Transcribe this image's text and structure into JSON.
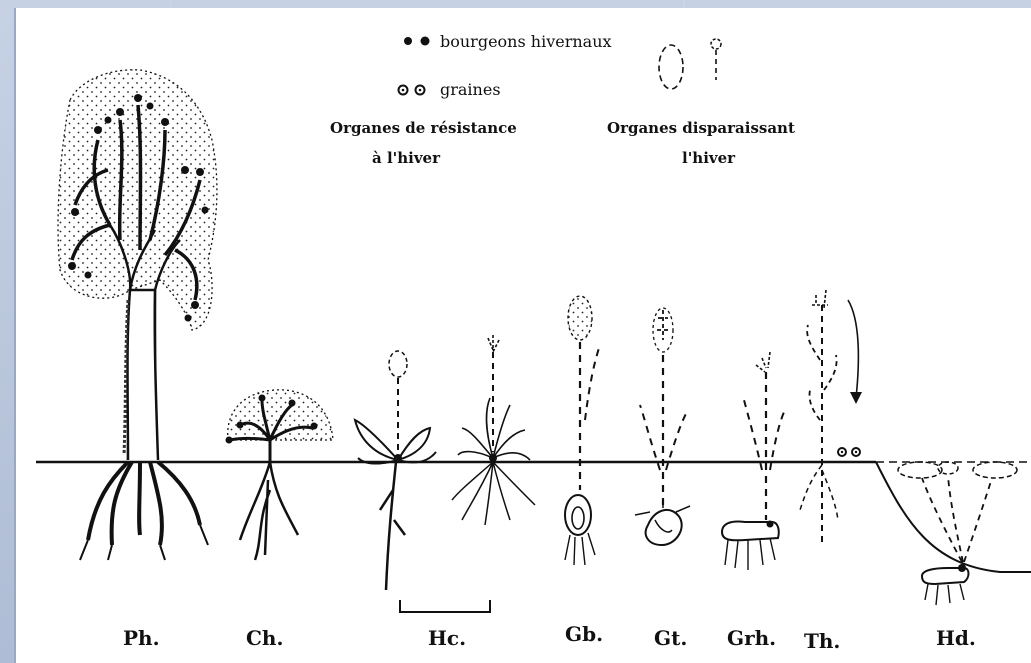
{
  "legend": {
    "buds": "bourgeons hivernaux",
    "seeds": "graines",
    "resistant_line1": "Organes de résistance",
    "resistant_line2": "à l'hiver",
    "disappearing_line1": "Organes disparaissant",
    "disappearing_line2": "l'hiver"
  },
  "labels": {
    "ph": "Ph.",
    "ch": "Ch.",
    "hc": "Hc.",
    "gb": "Gb.",
    "gt": "Gt.",
    "grh": "Grh.",
    "th": "Th.",
    "hd": "Hd."
  },
  "colors": {
    "ink": "#111111",
    "paper": "#ffffff",
    "frame": "#b9c6dc"
  }
}
